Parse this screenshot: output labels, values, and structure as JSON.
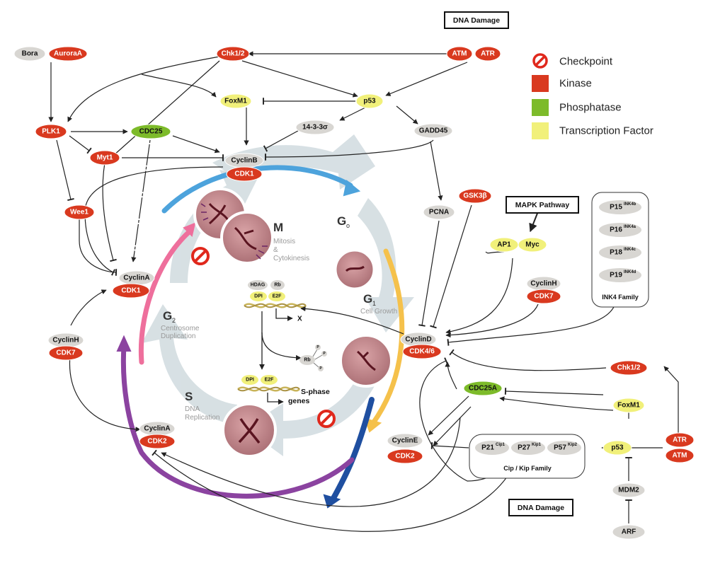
{
  "legend": {
    "checkpoint": "Checkpoint",
    "kinase": "Kinase",
    "phosphatase": "Phosphatase",
    "transcription_factor": "Transcription Factor"
  },
  "colors": {
    "kinase": "#d9391f",
    "phosphatase": "#7dbb2a",
    "transcription_factor": "#f1f07a",
    "protein": "#d8d6d2",
    "checkpoint": "#e0281c",
    "arrow_blue": "#4da3dc",
    "arrow_yellow": "#f5c14b",
    "arrow_pink": "#ee6f9c",
    "arrow_purple": "#8b43a0",
    "arrow_navy": "#1f4fa0"
  },
  "boxes": {
    "dna_damage_top": "DNA Damage",
    "dna_damage_bottom": "DNA Damage",
    "mapk": "MAPK Pathway"
  },
  "nodes": {
    "bora": "Bora",
    "aurora_a": "AuroraA",
    "chk12_top": "Chk1/2",
    "atm_top": "ATM",
    "atr_top": "ATR",
    "plk1": "PLK1",
    "foxm1_top": "FoxM1",
    "p53_top": "p53",
    "cdc25": "CDC25",
    "p14_3_3": "14-3-3σ",
    "gadd45": "GADD45",
    "myt1": "Myt1",
    "cyclin_b": "CyclinB",
    "cdk1_top": "CDK1",
    "wee1": "Wee1",
    "pcna": "PCNA",
    "gsk3b": "GSK3β",
    "ap1": "AP1",
    "myc": "Myc",
    "cyclin_a_left": "CyclinA",
    "cdk1_left": "CDK1",
    "cyclin_h_right": "CyclinH",
    "cdk7_right": "CDK7",
    "cyclin_h_left": "CyclinH",
    "cdk7_left": "CDK7",
    "cyclin_d": "CyclinD",
    "cdk46": "CDK4/6",
    "chk12_right": "Chk1/2",
    "cdc25a": "CDC25A",
    "foxm1_right": "FoxM1",
    "atr_right": "ATR",
    "atm_right": "ATM",
    "cyclin_a_bottom": "CyclinA",
    "cdk2_bottom": "CDK2",
    "cyclin_e": "CyclinE",
    "cdk2_right": "CDK2",
    "p53_right": "p53",
    "mdm2": "MDM2",
    "arf": "ARF"
  },
  "ink4": {
    "family_label": "INK4 Family",
    "items": [
      {
        "base": "P15",
        "sup": "INK4b"
      },
      {
        "base": "P16",
        "sup": "INK4a"
      },
      {
        "base": "P18",
        "sup": "INK4c"
      },
      {
        "base": "P19",
        "sup": "INK4d"
      }
    ]
  },
  "cip_kip": {
    "family_label": "Cip / Kip Family",
    "items": [
      {
        "base": "P21",
        "sup": "Cip1"
      },
      {
        "base": "P27",
        "sup": "Kip1"
      },
      {
        "base": "P57",
        "sup": "Kip2"
      }
    ]
  },
  "phases": {
    "m": {
      "letter": "M",
      "desc1": "Mitosis",
      "desc2": "&",
      "desc3": "Cytokinesis"
    },
    "g0": {
      "letter": "G",
      "sub": "o"
    },
    "g1": {
      "letter": "G",
      "sub": "1",
      "desc1": "Cell Growth"
    },
    "g2": {
      "letter": "G",
      "sub": "2",
      "desc1": "Centrosome",
      "desc2": "Duplication"
    },
    "s": {
      "letter": "S",
      "desc1": "DNA",
      "desc2": "Replication"
    }
  },
  "inner": {
    "hdag": "HDAG",
    "rb_top": "Rb",
    "dpi_top": "DPI",
    "e2f_top": "E2F",
    "x_label": "X",
    "rb_mid": "Rb",
    "p": "P",
    "dpi_bottom": "DPI",
    "e2f_bottom": "E2F",
    "s_phase1": "S-phase",
    "s_phase2": "genes"
  }
}
